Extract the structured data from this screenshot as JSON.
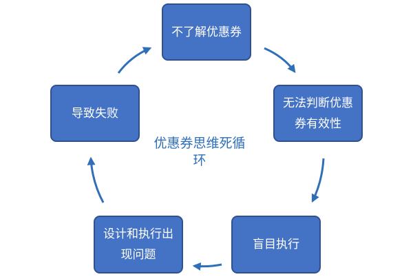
{
  "colors": {
    "box_fill": "#4472C4",
    "box_border": "#2F528F",
    "arrow": "#2E6FB8",
    "center_text": "#2E6FB8"
  },
  "nodes": [
    {
      "id": "n1",
      "text": "不了解优惠券"
    },
    {
      "id": "n2",
      "text": "无法判断优惠券有效性"
    },
    {
      "id": "n3",
      "text": "盲目执行"
    },
    {
      "id": "n4",
      "text": "设计和执行出现问题"
    },
    {
      "id": "n5",
      "text": "导致失败"
    }
  ],
  "center_label": "优惠券思维死循环"
}
